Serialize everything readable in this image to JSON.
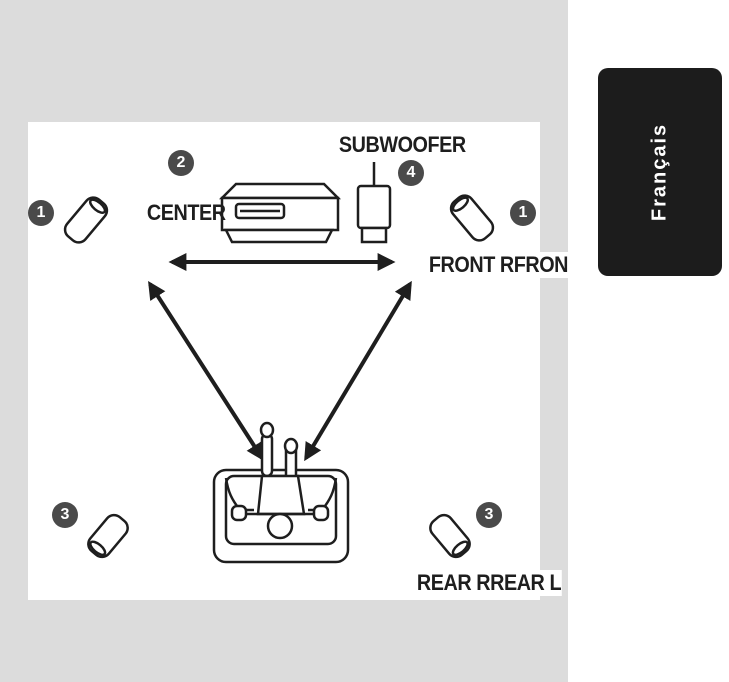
{
  "labels": {
    "subwoofer": "SUBWOOFER",
    "center": "CENTER",
    "front": "FRONT RFRON",
    "rear": "REAR RREAR L"
  },
  "numbers": {
    "front_left": "1",
    "center": "2",
    "subwoofer": "4",
    "front_right": "1",
    "rear_left": "3",
    "rear_right": "3"
  },
  "tab": {
    "label": "Français"
  },
  "colors": {
    "background_frame": "#dcdcdc",
    "tab": "#1c1c1c",
    "ink": "#1e1e1e",
    "badge": "#4a4a4a"
  }
}
